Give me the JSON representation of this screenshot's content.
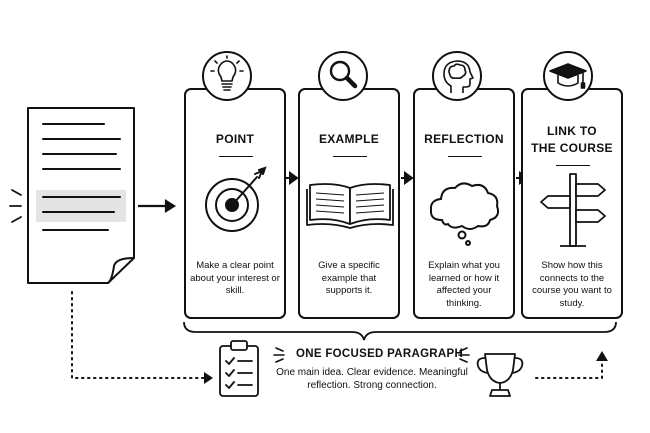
{
  "steps": [
    {
      "title_lines": [
        "POINT"
      ],
      "description": "Make a clear point about your interest or skill.",
      "top_icon": "lightbulb-icon",
      "main_icon": "target-arrow-icon"
    },
    {
      "title_lines": [
        "EXAMPLE"
      ],
      "description": "Give a specific example that supports it.",
      "top_icon": "magnifying-glass-icon",
      "main_icon": "open-book-icon"
    },
    {
      "title_lines": [
        "REFLECTION"
      ],
      "description": "Explain what you learned or how it affected your thinking.",
      "top_icon": "head-brain-icon",
      "main_icon": "thought-cloud-icon"
    },
    {
      "title_lines": [
        "LINK TO",
        "THE COURSE"
      ],
      "description": "Show how this connects to the course you want to study.",
      "top_icon": "graduation-cap-icon",
      "main_icon": "signpost-icon"
    }
  ],
  "summary": {
    "title": "ONE FOCUSED PARAGRAPH",
    "body": "One main idea. Clear evidence. Meaningful reflection. Strong connection."
  },
  "colors": {
    "ink": "#111111",
    "highlight": "#e4e4e4",
    "background": "#ffffff"
  }
}
